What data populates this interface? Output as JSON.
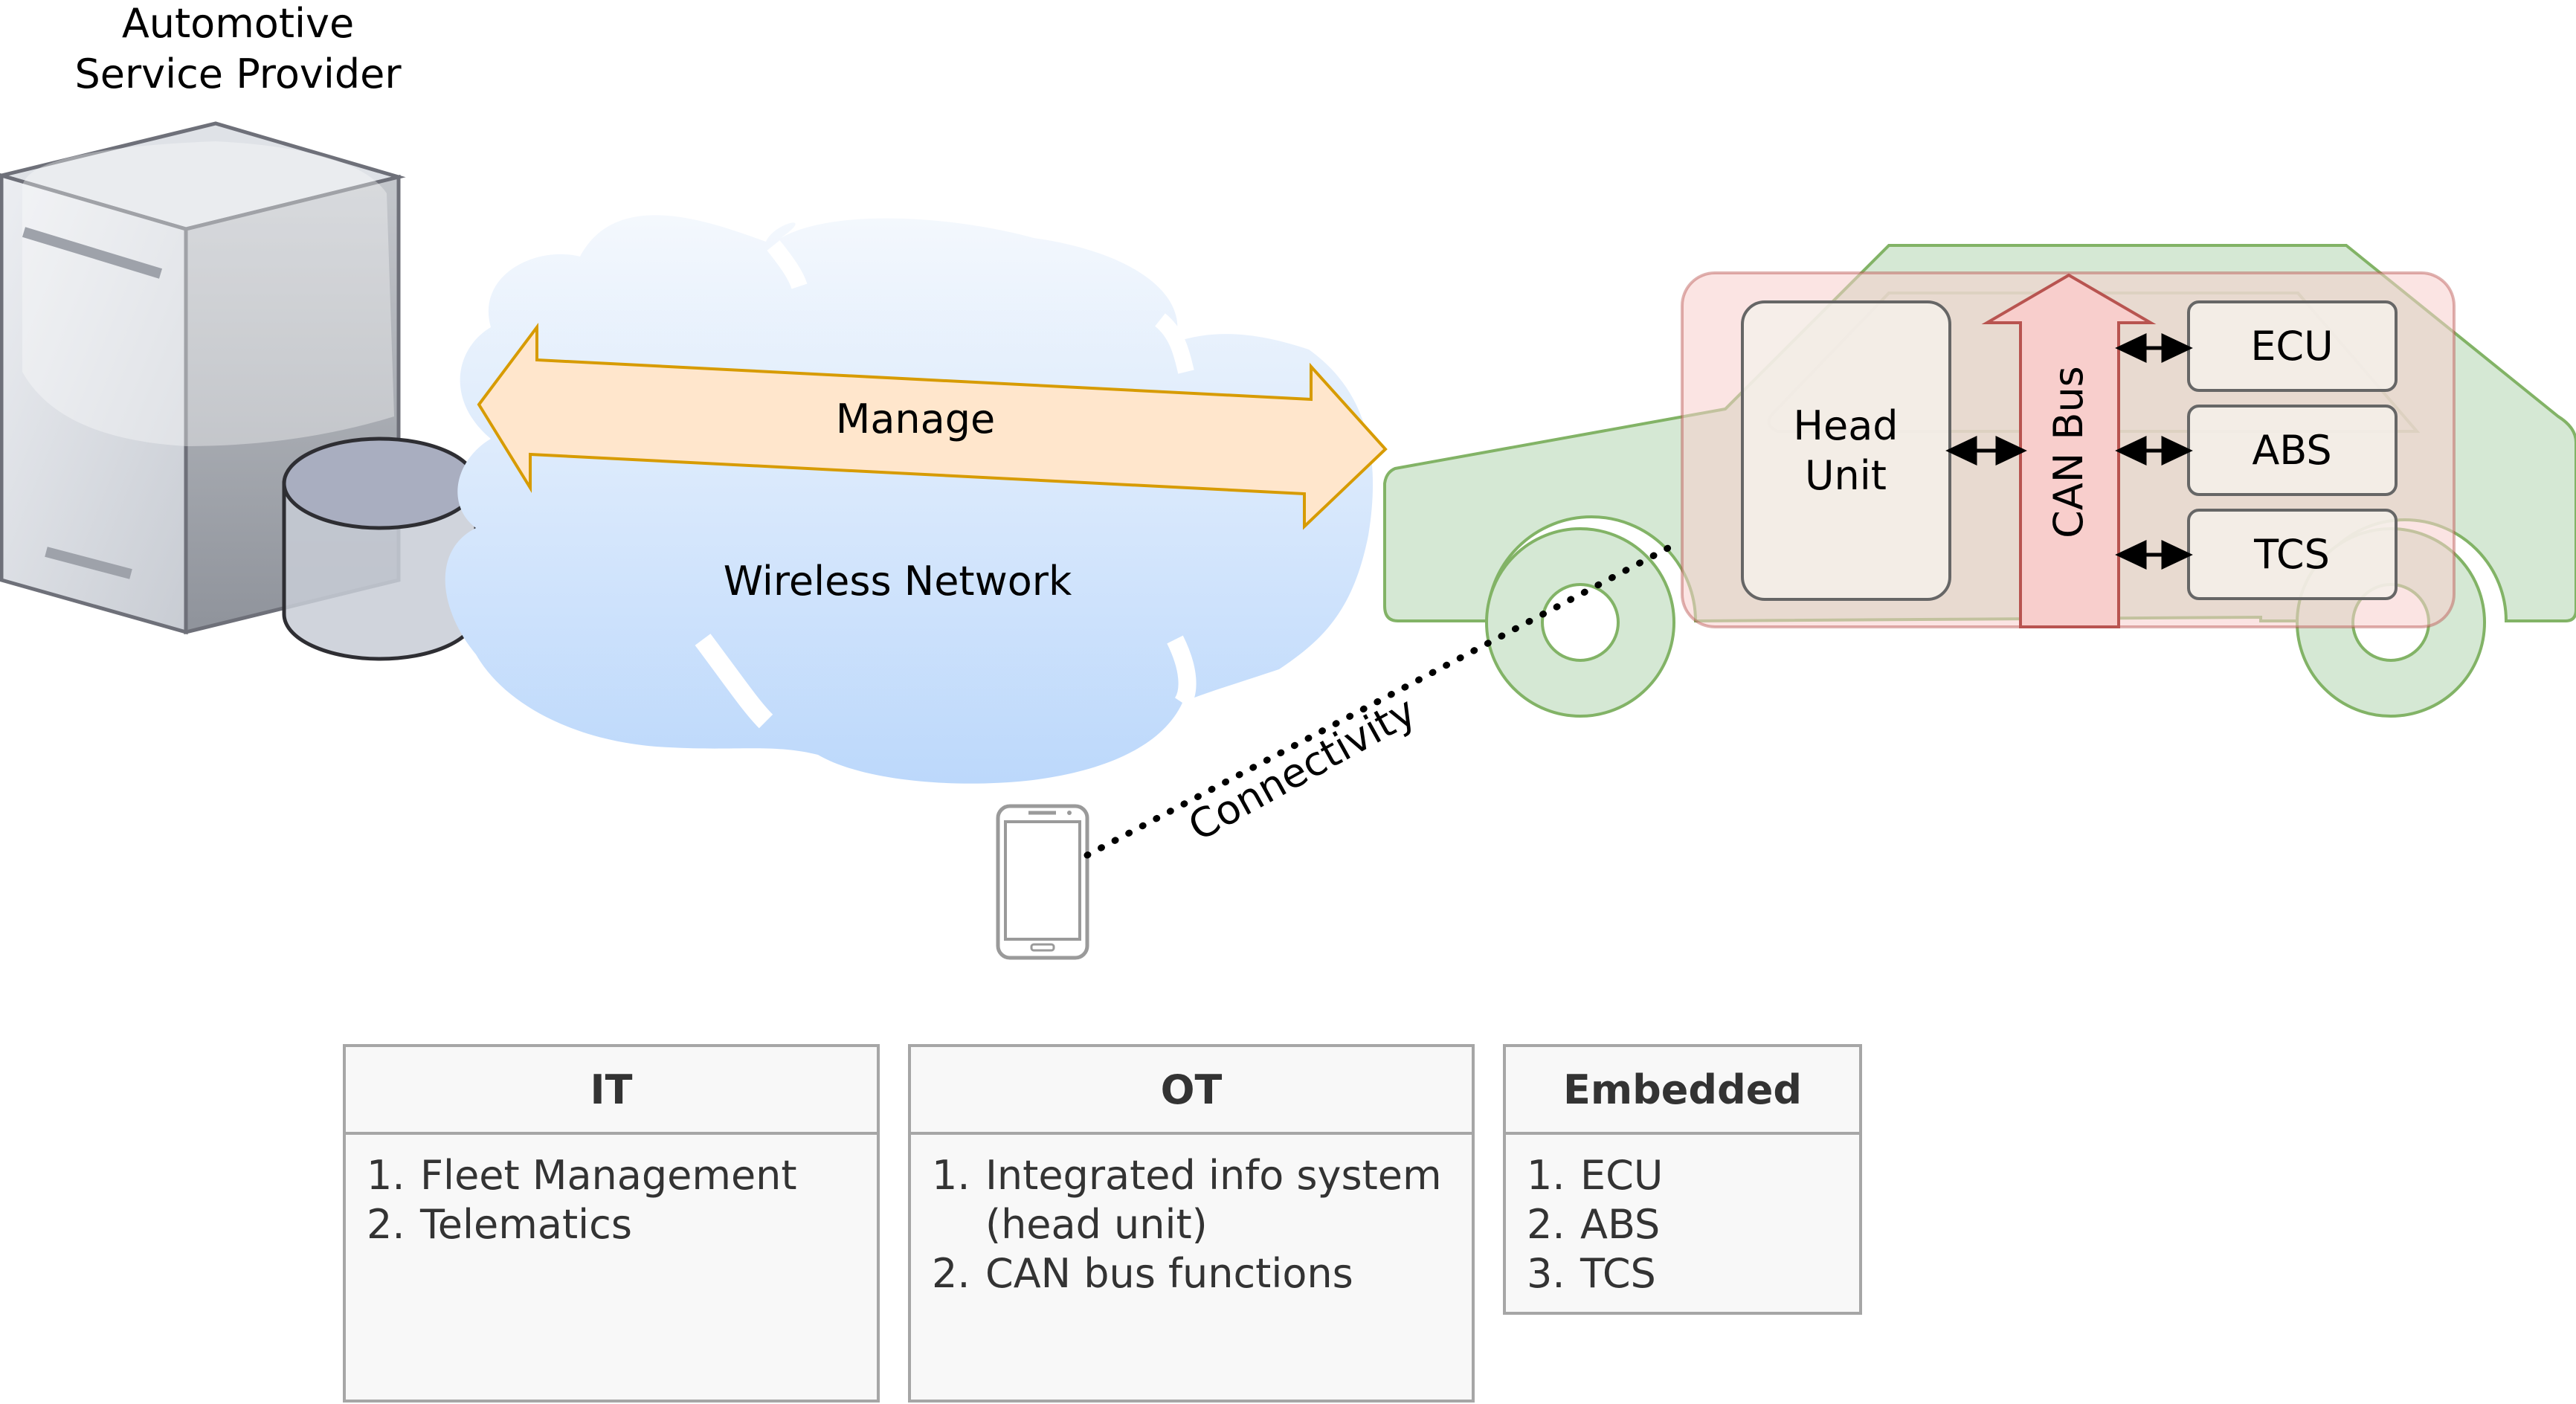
{
  "provider": {
    "label_line1": "Automotive",
    "label_line2": "Service Provider"
  },
  "network": {
    "manage_label": "Manage",
    "cloud_label": "Wireless Network",
    "connectivity_label": "Connectivity"
  },
  "vehicle": {
    "head_unit_line1": "Head",
    "head_unit_line2": "Unit",
    "can_bus_label": "CAN Bus",
    "modules": [
      "ECU",
      "ABS",
      "TCS"
    ]
  },
  "tables": {
    "it": {
      "title": "IT",
      "items": [
        {
          "num": "1.",
          "text": "Fleet Management"
        },
        {
          "num": "2.",
          "text": "Telematics"
        }
      ]
    },
    "ot": {
      "title": "OT",
      "items": [
        {
          "num": "1.",
          "text": "Integrated info system (head unit)"
        },
        {
          "num": "2.",
          "text": "CAN bus functions"
        }
      ]
    },
    "embedded": {
      "title": "Embedded",
      "items": [
        {
          "num": "1.",
          "text": "ECU"
        },
        {
          "num": "2.",
          "text": "ABS"
        },
        {
          "num": "3.",
          "text": "TCS"
        }
      ]
    }
  },
  "colors": {
    "car_fill": "#d5e8d4",
    "car_stroke": "#82b366",
    "ot_zone_fill": "#f8cecc",
    "ot_zone_stroke": "#b85450",
    "arrow_fill": "#ffe6cc",
    "arrow_stroke": "#d79b00",
    "cloud_top": "#f4f8fd",
    "cloud_bottom": "#bcd8fb"
  }
}
